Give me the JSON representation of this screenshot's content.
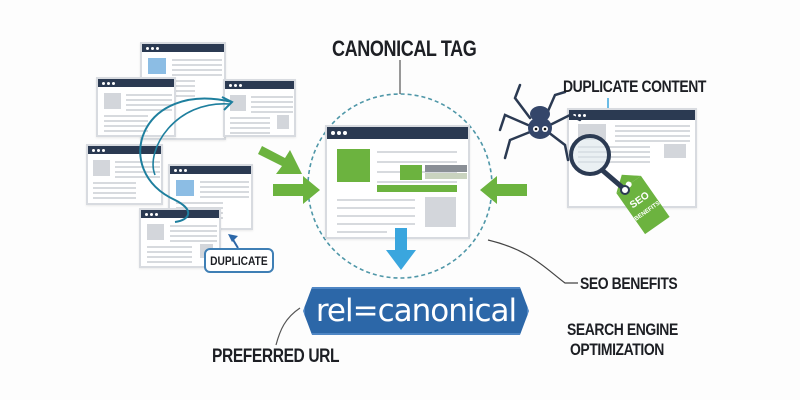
{
  "title": "CANONICAL TAG",
  "labels": {
    "duplicate_content": "DUPLICATE CONTENT",
    "duplicate": "DUPLICATE",
    "seo_benefits": "SEO BENEFITS",
    "search_engine_line1": "SEARCH ENGINE",
    "search_engine_line2": "OPTIMIZATION",
    "preferred_url": "PREFERRED URL",
    "rel_canonical": "rel=canonical",
    "tag_text": "SEO BENEFITS"
  },
  "colors": {
    "navy": "#2b3a52",
    "green": "#6cb33f",
    "blue": "#2c67a8",
    "light_blue": "#3aa6de",
    "teal": "#1e7f9e"
  }
}
